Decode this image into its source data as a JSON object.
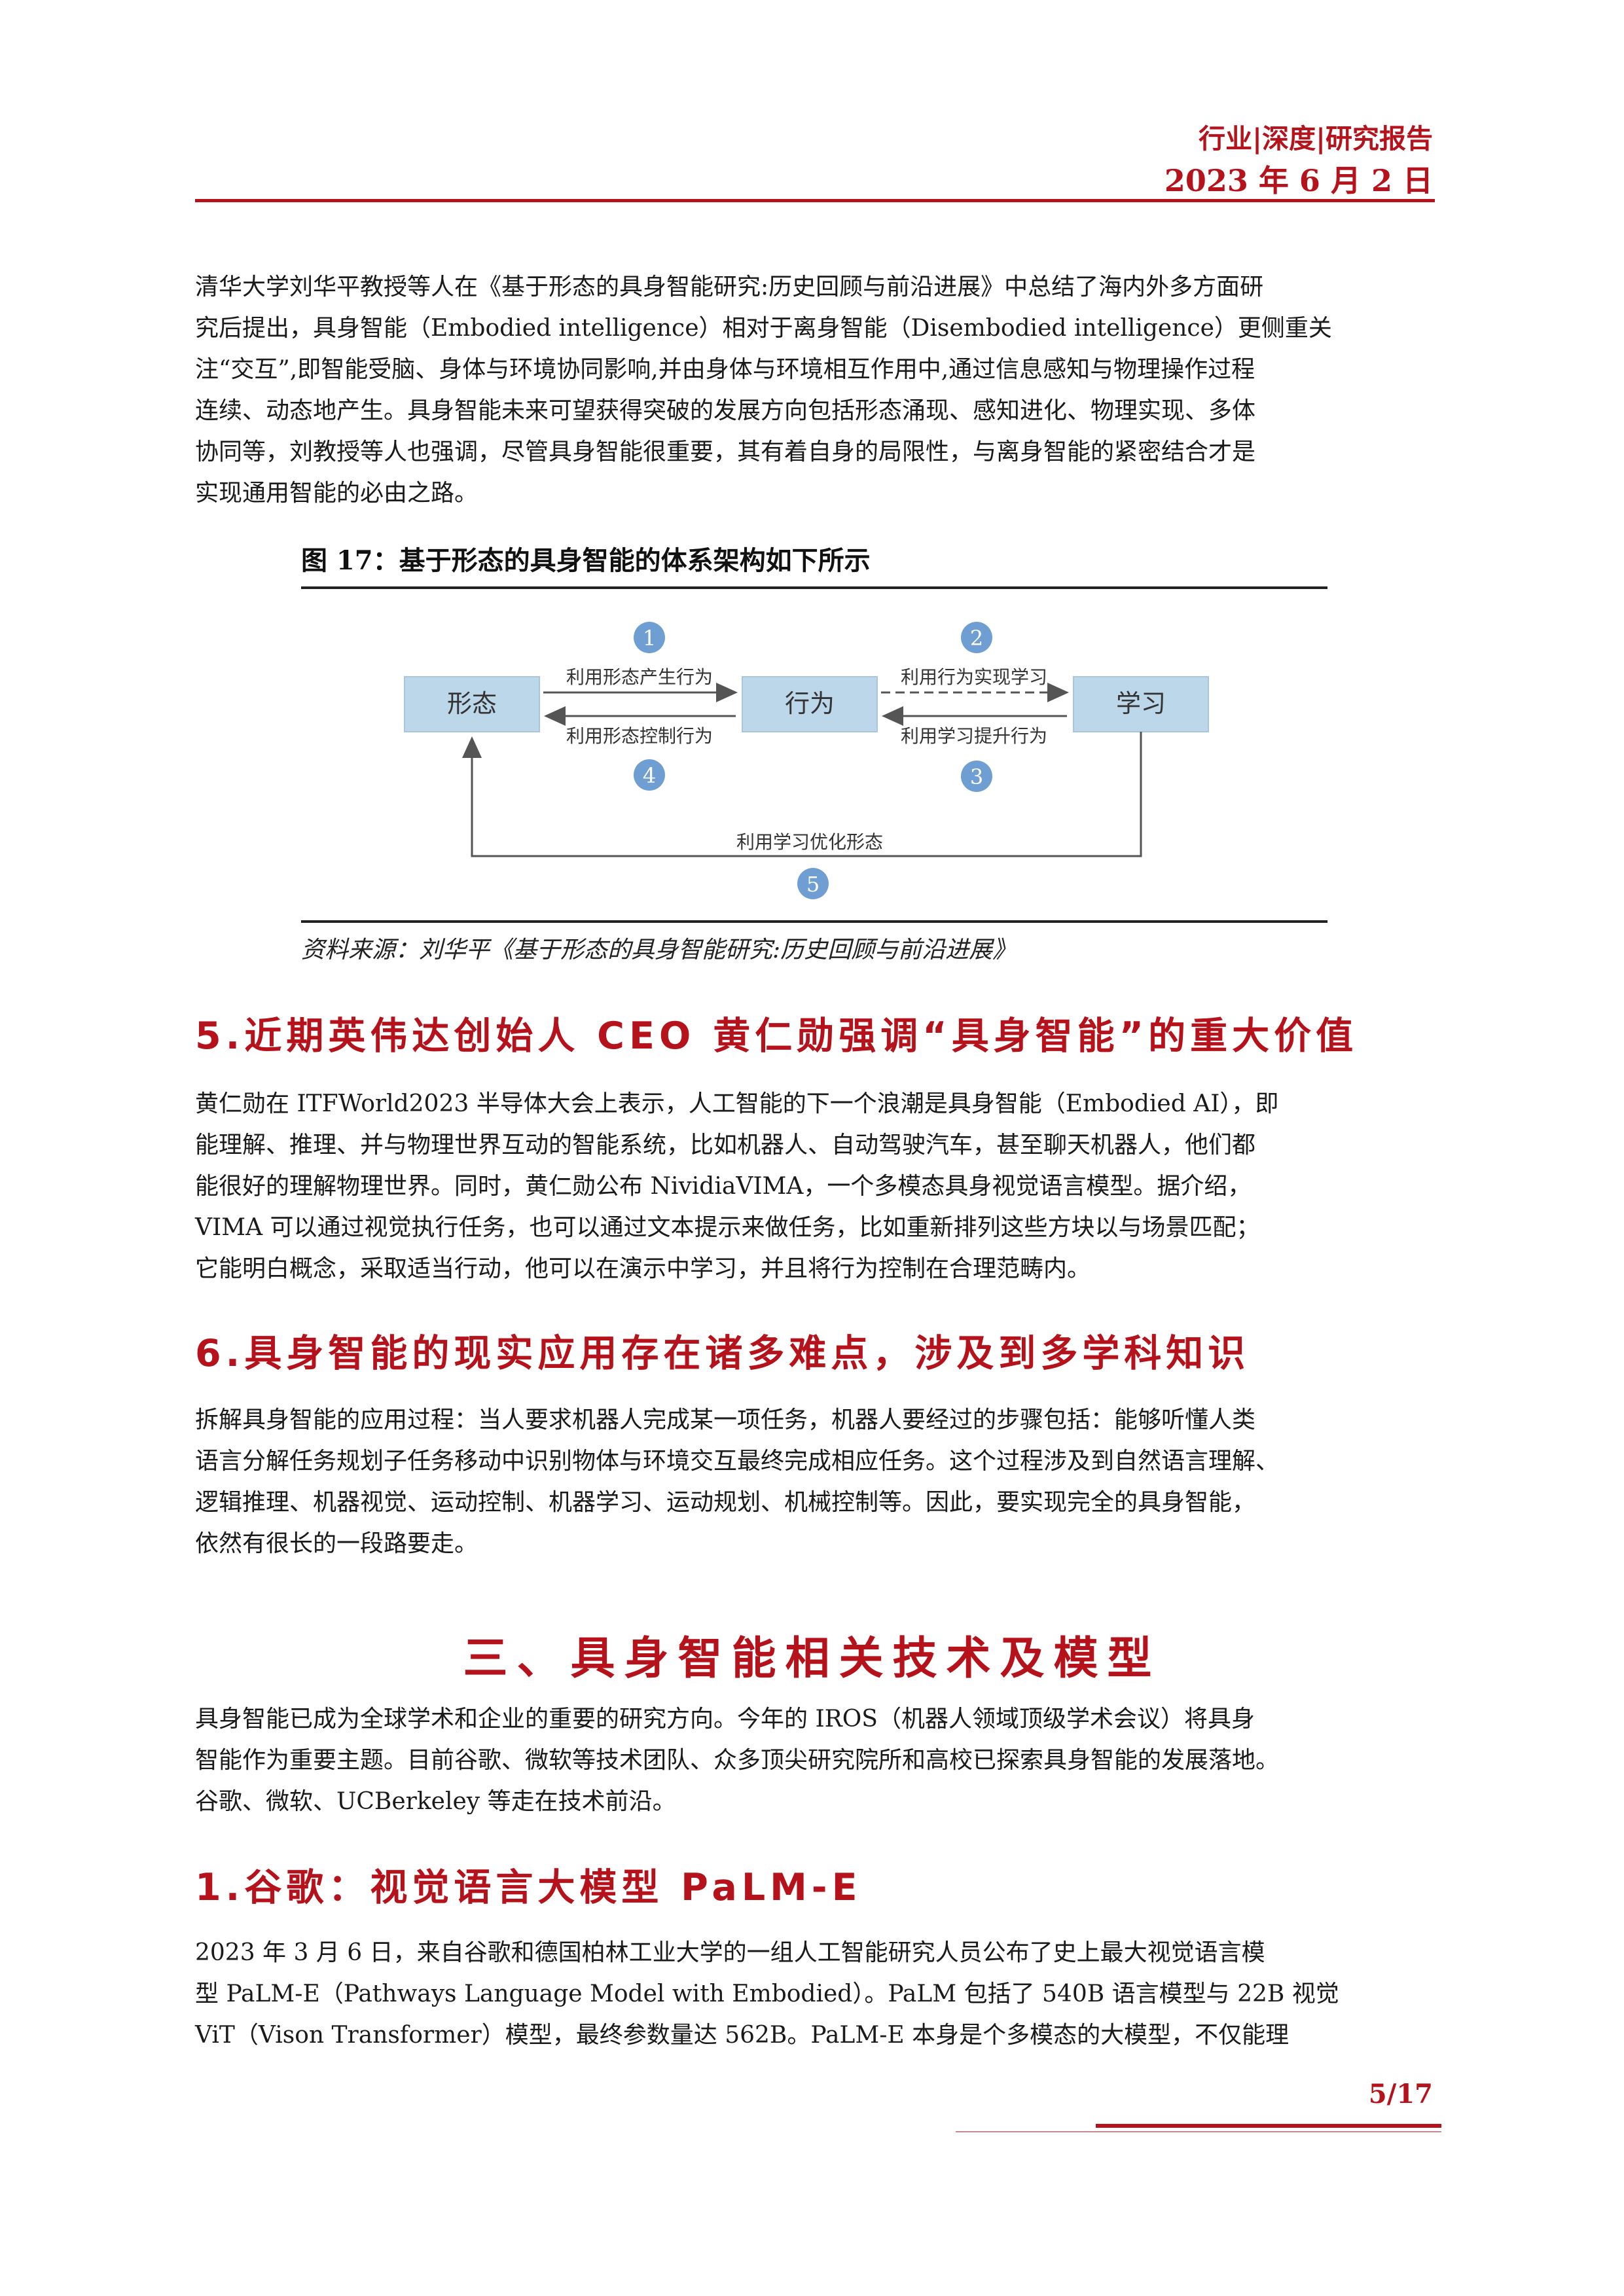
{
  "header": {
    "category": "行业|深度|研究报告",
    "date": "2023 年 6 月 2 日"
  },
  "intro_paragraph": "清华大学刘华平教授等人在《基于形态的具身智能研究:历史回顾与前沿进展》中总结了海内外多方面研\n究后提出，具身智能（Embodied intelligence）相对于离身智能（Disembodied intelligence）更侧重关\n注“交互”,即智能受脑、身体与环境协同影响,并由身体与环境相互作用中,通过信息感知与物理操作过程\n连续、动态地产生。具身智能未来可望获得突破的发展方向包括形态涌现、感知进化、物理实现、多体\n协同等，刘教授等人也强调，尽管具身智能很重要，其有着自身的局限性，与离身智能的紧密结合才是\n实现通用智能的必由之路。",
  "figure": {
    "caption": "图 17：基于形态的具身智能的体系架构如下所示",
    "source": "资料来源：刘华平《基于形态的具身智能研究:历史回顾与前沿进展》",
    "nodes": [
      "形态",
      "行为",
      "学习"
    ],
    "edge_labels": [
      "利用形态产生行为",
      "利用形态控制行为",
      "利用行为实现学习",
      "利用学习提升行为",
      "利用学习优化形态"
    ],
    "badges": [
      "1",
      "2",
      "3",
      "4",
      "5"
    ],
    "colors": {
      "node_fill": "#bcd6ea",
      "badge_fill": "#6f9fd2",
      "arrow": "#555555"
    }
  },
  "section5": {
    "title": "5.近期英伟达创始人 CEO 黄仁勋强调“具身智能”的重大价值",
    "body": "黄仁勋在 ITFWorld2023 半导体大会上表示，人工智能的下一个浪潮是具身智能（Embodied AI），即\n能理解、推理、并与物理世界互动的智能系统，比如机器人、自动驾驶汽车，甚至聊天机器人，他们都\n能很好的理解物理世界。同时，黄仁勋公布 NividiaVIMA，一个多模态具身视觉语言模型。据介绍，\nVIMA 可以通过视觉执行任务，也可以通过文本提示来做任务，比如重新排列这些方块以与场景匹配；\n它能明白概念，采取适当行动，他可以在演示中学习，并且将行为控制在合理范畴内。"
  },
  "section6": {
    "title": "6.具身智能的现实应用存在诸多难点，涉及到多学科知识",
    "body": "拆解具身智能的应用过程：当人要求机器人完成某一项任务，机器人要经过的步骤包括：能够听懂人类\n语言分解任务规划子任务移动中识别物体与环境交互最终完成相应任务。这个过程涉及到自然语言理解、\n逻辑推理、机器视觉、运动控制、机器学习、运动规划、机械控制等。因此，要实现完全的具身智能，\n依然有很长的一段路要走。"
  },
  "chapter3": {
    "title": "三、具身智能相关技术及模型",
    "body": "具身智能已成为全球学术和企业的重要的研究方向。今年的 IROS（机器人领域顶级学术会议）将具身\n智能作为重要主题。目前谷歌、微软等技术团队、众多顶尖研究院所和高校已探索具身智能的发展落地。\n谷歌、微软、UCBerkeley 等走在技术前沿。"
  },
  "subsection1": {
    "title": "1.谷歌：视觉语言大模型 PaLM-E",
    "body": "2023 年 3 月 6 日，来自谷歌和德国柏林工业大学的一组人工智能研究人员公布了史上最大视觉语言模\n型 PaLM-E（Pathways Language Model with Embodied）。PaLM 包括了 540B 语言模型与 22B 视觉\nViT（Vison Transformer）模型，最终参数量达 562B。PaLM-E 本身是个多模态的大模型，不仅能理"
  },
  "footer": {
    "page": "5/17"
  }
}
